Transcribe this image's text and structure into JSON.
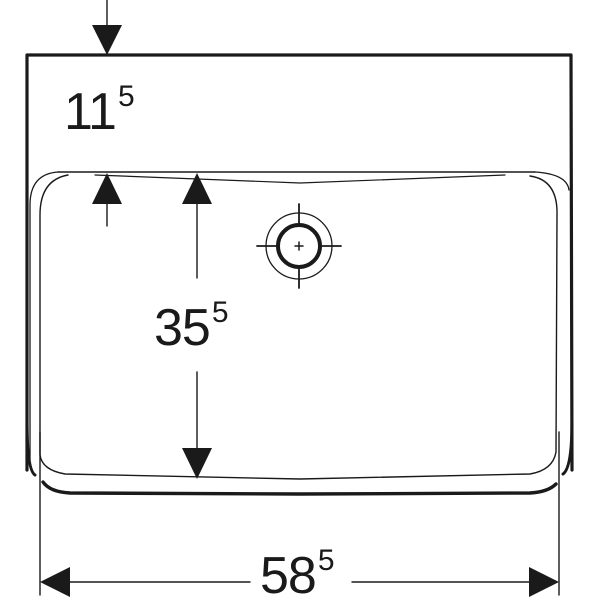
{
  "drawing": {
    "title": "Washbasin top view dimension drawing",
    "line_color": "#1a1a1a",
    "background": "#ffffff"
  },
  "dimensions": {
    "rim_depth": {
      "main": "11",
      "sup": "5",
      "value": 11.5
    },
    "bowl_depth": {
      "main": "35",
      "sup": "5",
      "value": 35.5
    },
    "overall_width": {
      "main": "58",
      "sup": "5",
      "value": 58.5
    }
  },
  "features": {
    "tap_hole": {
      "icon": "crosshair-circle-icon"
    }
  }
}
